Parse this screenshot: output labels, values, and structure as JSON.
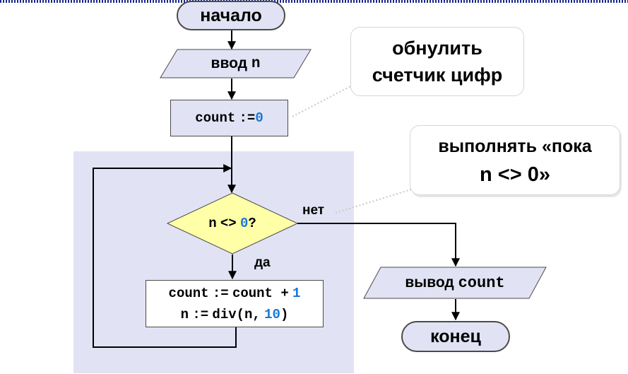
{
  "diagram": {
    "start_label": "начало",
    "input": {
      "keyword": "ввод",
      "var": "n"
    },
    "init": {
      "var": "count",
      "op": ":=",
      "value": "0"
    },
    "condition": {
      "left": "n",
      "op": "<>",
      "value": "0",
      "suffix": "?"
    },
    "body": {
      "line1": {
        "var": "count",
        "op": ":=",
        "expr": "count +",
        "value": "1"
      },
      "line2": {
        "var": "n",
        "op": ":=",
        "func": "div(n,",
        "value": "10",
        "close": ")"
      }
    },
    "branch_no": "нет",
    "branch_yes": "да",
    "output": {
      "keyword": "вывод",
      "var": "count"
    },
    "end_label": "конец",
    "callout_reset": {
      "line1": "обнулить",
      "line2": "счетчик цифр"
    },
    "callout_while": {
      "line1": "выполнять «пока",
      "line2": "n <> 0»"
    }
  },
  "colors": {
    "loop_background": "#e1e3f4",
    "decision_fill": "#ffffa8",
    "number_accent": "#1a78d6",
    "top_border": "#1b2a8a"
  }
}
